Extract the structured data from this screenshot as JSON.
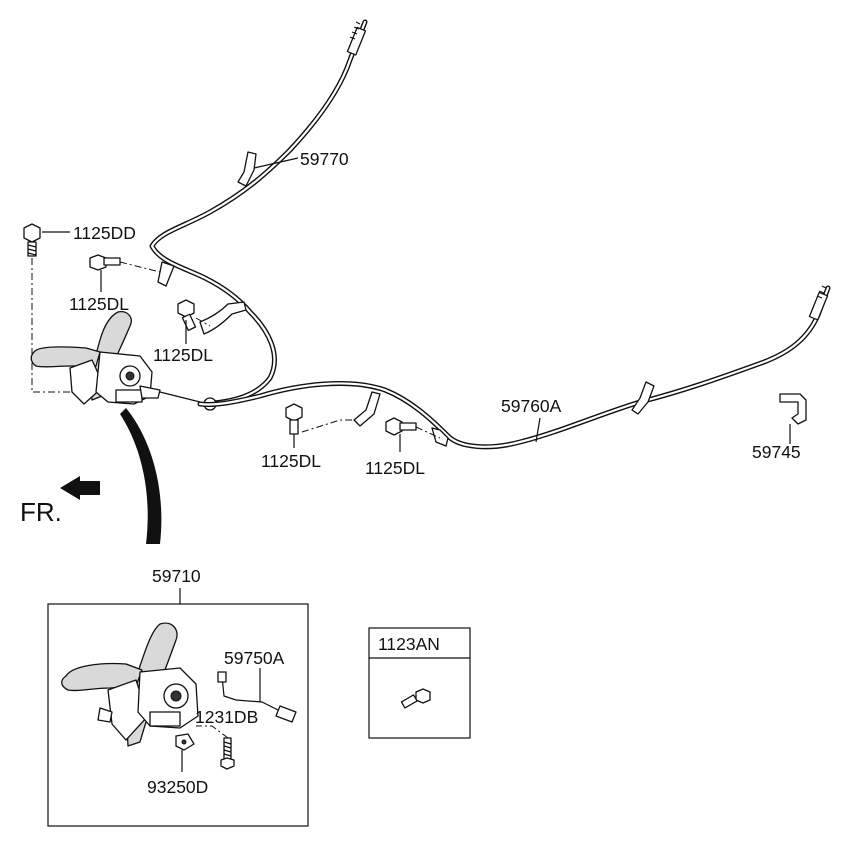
{
  "diagram": {
    "direction_label": "FR.",
    "callouts": {
      "front_cable": "59770",
      "bolt_top": "1125DD",
      "bolt_left_upper": "1125DL",
      "bolt_left_mid": "1125DL",
      "bolt_center": "1125DL",
      "bolt_right": "1125DL",
      "rear_cable": "59760A",
      "clip": "59745",
      "lever_assembly": "59710",
      "switch_wire": "59750A",
      "screw": "1231DB",
      "switch": "93250D"
    },
    "parts_box": {
      "code": "1123AN"
    }
  }
}
